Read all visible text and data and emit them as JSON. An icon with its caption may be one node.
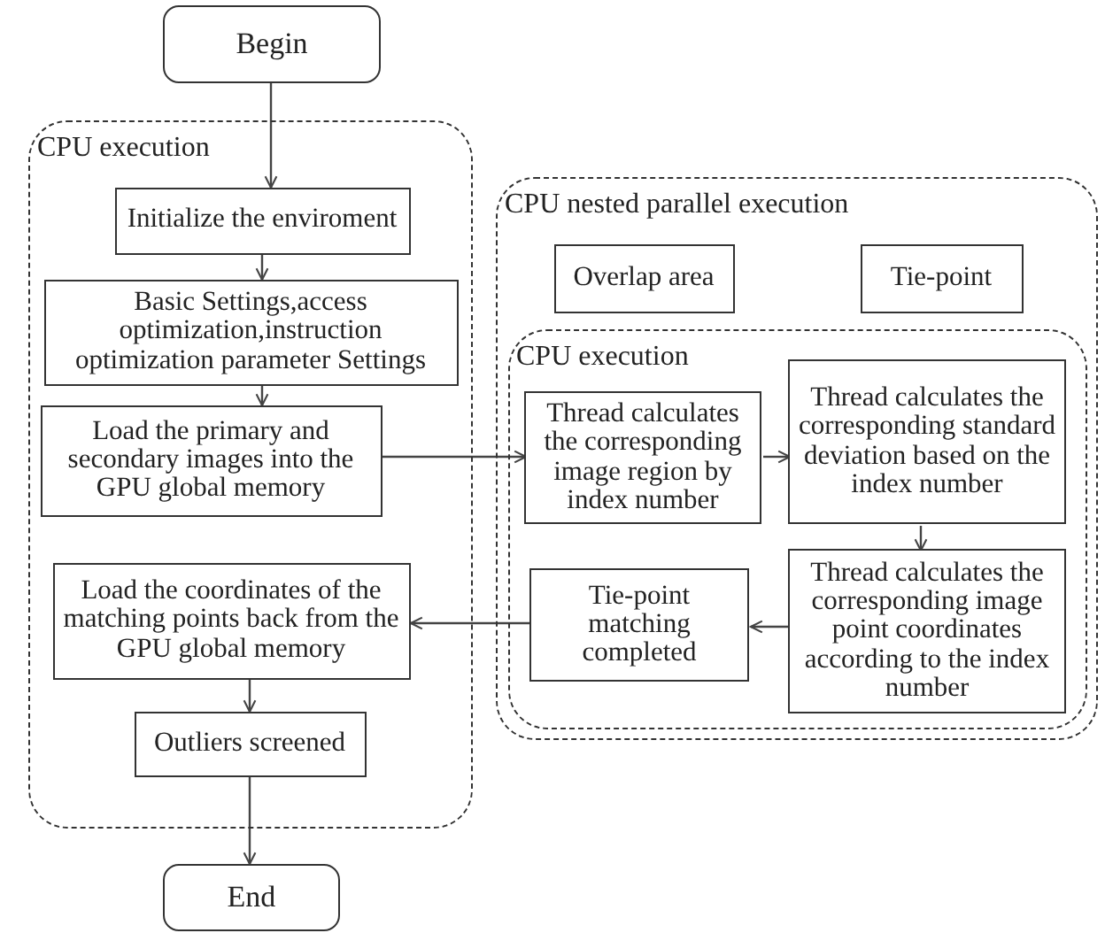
{
  "diagram": {
    "nodes": [
      {
        "text": [
          "Begin"
        ]
      },
      {
        "text": [
          "CPU execution"
        ]
      },
      {
        "text": [
          "Initialize the enviroment"
        ],
        "in": 1
      },
      {
        "text": [
          "Basic Settings,access optimization,instruction optimization parameter Settings"
        ],
        "in": 1
      },
      {
        "text": [
          "Load the primary and secondary images into the GPU global memory"
        ],
        "in": 1
      },
      {
        "text": [
          "Load the coordinates of the matching points back from the GPU global memory"
        ],
        "in": 1
      },
      {
        "text": [
          "Outliers screened"
        ],
        "in": 1
      },
      {
        "text": [
          "End"
        ]
      },
      {
        "text": [
          "CPU nested parallel execution"
        ]
      },
      {
        "text": [
          "Overlap area"
        ],
        "in": 8
      },
      {
        "text": [
          "Tie-point"
        ],
        "in": 8
      },
      {
        "text": [
          "CPU execution"
        ],
        "in": 8
      },
      {
        "text": [
          "Thread calculates the corresponding image region by index number"
        ],
        "in": 11
      },
      {
        "text": [
          "Thread calculates the corresponding standard deviation based on the index number"
        ],
        "in": 11
      },
      {
        "text": [
          "Thread calculates the corresponding image point coordinates according to the index number"
        ],
        "in": 11
      },
      {
        "text": [
          "Tie-point matching completed"
        ],
        "in": 11
      }
    ],
    "edges": [
      {
        "from": 0,
        "to": 2,
        "arrow": "to"
      },
      {
        "from": 2,
        "to": 3,
        "arrow": "to"
      },
      {
        "from": 3,
        "to": 4,
        "arrow": "to"
      },
      {
        "from": 4,
        "to": 12,
        "arrow": "to"
      },
      {
        "from": 12,
        "to": 13,
        "arrow": "to"
      },
      {
        "from": 13,
        "to": 14,
        "arrow": "to"
      },
      {
        "from": 14,
        "to": 15,
        "arrow": "to"
      },
      {
        "from": 15,
        "to": 5,
        "arrow": "to"
      },
      {
        "from": 5,
        "to": 6,
        "arrow": "to"
      },
      {
        "from": 6,
        "to": 7,
        "arrow": "to"
      }
    ]
  }
}
